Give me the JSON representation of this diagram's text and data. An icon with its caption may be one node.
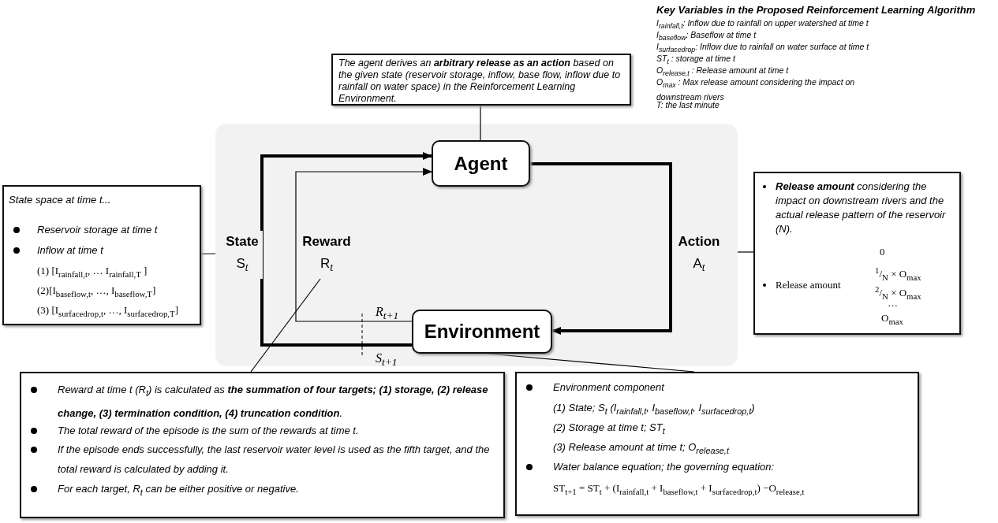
{
  "diagram": {
    "nodes": [
      {
        "text": [
          "The agent derives an **arbitrary release as an action** based on the given state (reservoir storage, inflow, base flow, inflow due to rainfall on water space) in the Reinforcement Learning Environment."
        ]
      },
      {
        "text": [],
        "shape": "box"
      },
      {
        "text": [
          "Agent"
        ],
        "in": 1
      },
      {
        "text": [
          "Environment"
        ],
        "in": 1
      },
      {
        "text": [
          "State space at time t...",
          "Reservoir storage at time t",
          "Inflow at time t",
          "(1) [I$_{rainfall,t}$, … I$_{rainfall,T}$ ]",
          "(2)[I$_{baseflow,t}$, …, I$_{baseflow,T}$]",
          "(3) [I$_{surfacedrop,t}$, …, I$_{surfacedrop,T}$]"
        ]
      },
      {
        "text": [
          "**Release amount** considering the impact on downstream rivers and the actual release pattern of the reservoir (N).",
          "Release amount",
          "0",
          "$^{1}$/$_{N}$ × O$_{max}$",
          "$^{2}$/$_{N}$ × O$_{max}$",
          "…",
          "O$_{max}$"
        ]
      },
      {
        "text": [
          "Reward at time t (R$_{t}$) is calculated as **the summation of four targets; (1) storage, (2) release change, (3) termination condition, (4) truncation condition**.",
          "The total reward of the episode is the sum of the rewards at time t.",
          "If the episode ends successfully, the last reservoir water level is used as the fifth target, and the total reward is calculated by adding it.",
          "For each target, R$_{t}$ can be either positive or negative."
        ]
      },
      {
        "text": [
          "Environment component",
          "(1) State; S$_{t}$ (I$_{rainfall,t}$, I$_{baseflow,t}$, I$_{surfacedrop,t}$)",
          "(2) Storage at time t; ST$_{t}$",
          "(3) Release amount at time t; O$_{release,t}$",
          "Water balance equation; the governing equation:",
          "ST$_{t+1}$ = ST$_{t}$ + (I$_{rainfall,t}$ + I$_{baseflow,t}$ + I$_{surfacedrop,t}$) −O$_{release,t}$"
        ]
      }
    ],
    "edges": [
      {
        "from": 3,
        "to": 2,
        "arrow": "to",
        "label": "**State** S$_{t}$",
        "style": "thick"
      },
      {
        "from": 3,
        "to": 2,
        "arrow": "to",
        "label": "**Reward** R$_{t}$"
      },
      {
        "from": 2,
        "to": 3,
        "arrow": "to",
        "label": "**Action** A$_{t}$",
        "style": "thick"
      },
      {
        "from": 0,
        "to": 2,
        "arrow": "none"
      },
      {
        "from": 4,
        "to": 1,
        "arrow": "none"
      },
      {
        "from": 5,
        "to": 1,
        "arrow": "none"
      },
      {
        "from": 6,
        "to": null,
        "arrow": "none"
      },
      {
        "from": 7,
        "to": 3,
        "arrow": "none"
      }
    ],
    "labels": [
      "Key Variables in the Proposed Reinforcement Learning Algorithm",
      "I$_{rainfall,t}$: Inflow due to rainfall on upper watershed at time t",
      "I$_{baseflow}$: Baseflow at time t",
      "I$_{surfacedrop}$: Inflow due to rainfall on water surface at time t",
      "ST$_{t}$ : storage at time t",
      "O$_{release,t}$ : Release amount at time t",
      "O$_{max}$ : Max release amount considering the impact on downstream rivers",
      "T: the last minute",
      "R$_{t+1}$",
      "S$_{t+1}$"
    ]
  }
}
